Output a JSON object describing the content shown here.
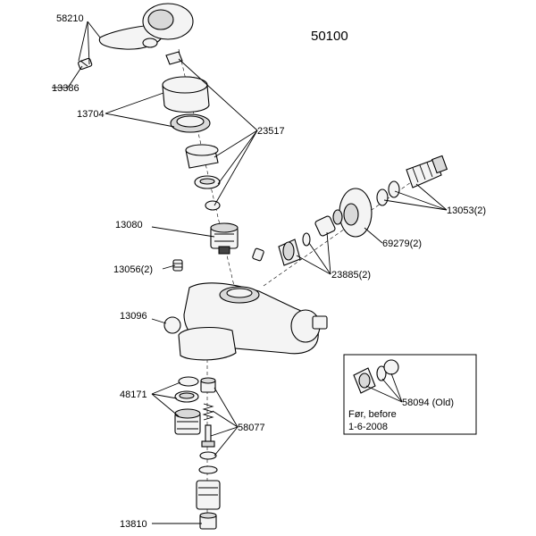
{
  "diagram": {
    "model_number": "50100",
    "inset_note_line1": "Før, before",
    "inset_note_line2": "1-6-2008",
    "parts": [
      {
        "id": "58210",
        "label": "58210"
      },
      {
        "id": "13386",
        "label": "13386"
      },
      {
        "id": "13704",
        "label": "13704"
      },
      {
        "id": "23517",
        "label": "23517"
      },
      {
        "id": "13053",
        "label": "13053(2)"
      },
      {
        "id": "13080",
        "label": "13080"
      },
      {
        "id": "69279",
        "label": "69279(2)"
      },
      {
        "id": "13056",
        "label": "13056(2)"
      },
      {
        "id": "23885",
        "label": "23885(2)"
      },
      {
        "id": "13096",
        "label": "13096"
      },
      {
        "id": "58094",
        "label": "58094 (Old)"
      },
      {
        "id": "48171",
        "label": "48171"
      },
      {
        "id": "58077",
        "label": "58077"
      },
      {
        "id": "13810",
        "label": "13810"
      }
    ]
  }
}
